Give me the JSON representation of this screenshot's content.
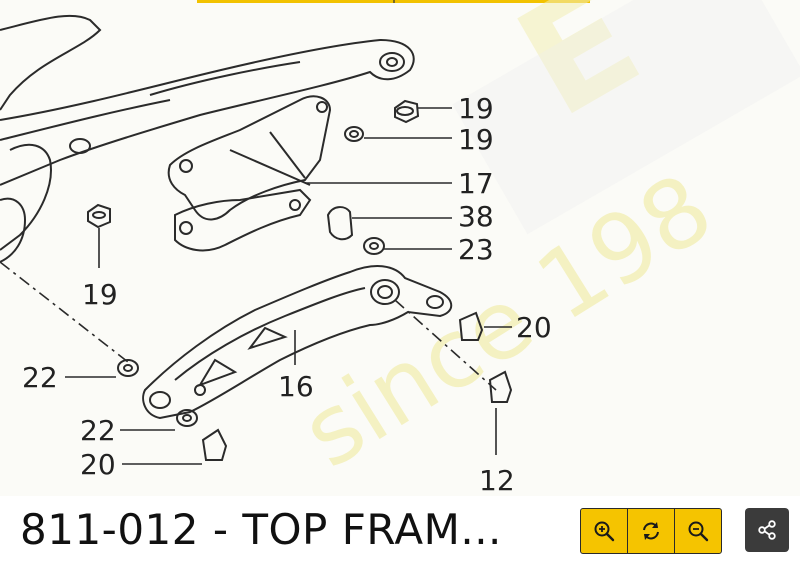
{
  "diagram": {
    "callouts": [
      "19",
      "19",
      "17",
      "38",
      "23",
      "19",
      "20",
      "16",
      "22",
      "22",
      "20",
      "12"
    ],
    "watermark": "since 198"
  },
  "footer": {
    "title": "811-012 - TOP FRAM..."
  },
  "toolbar": {
    "zoom_in_icon": "zoom-in-icon",
    "reset_icon": "refresh-icon",
    "zoom_out_icon": "zoom-out-icon",
    "share_icon": "share-icon"
  },
  "colors": {
    "accent": "#f5c400",
    "share_bg": "#3b3b3b",
    "watermark": "#f3efb5"
  }
}
